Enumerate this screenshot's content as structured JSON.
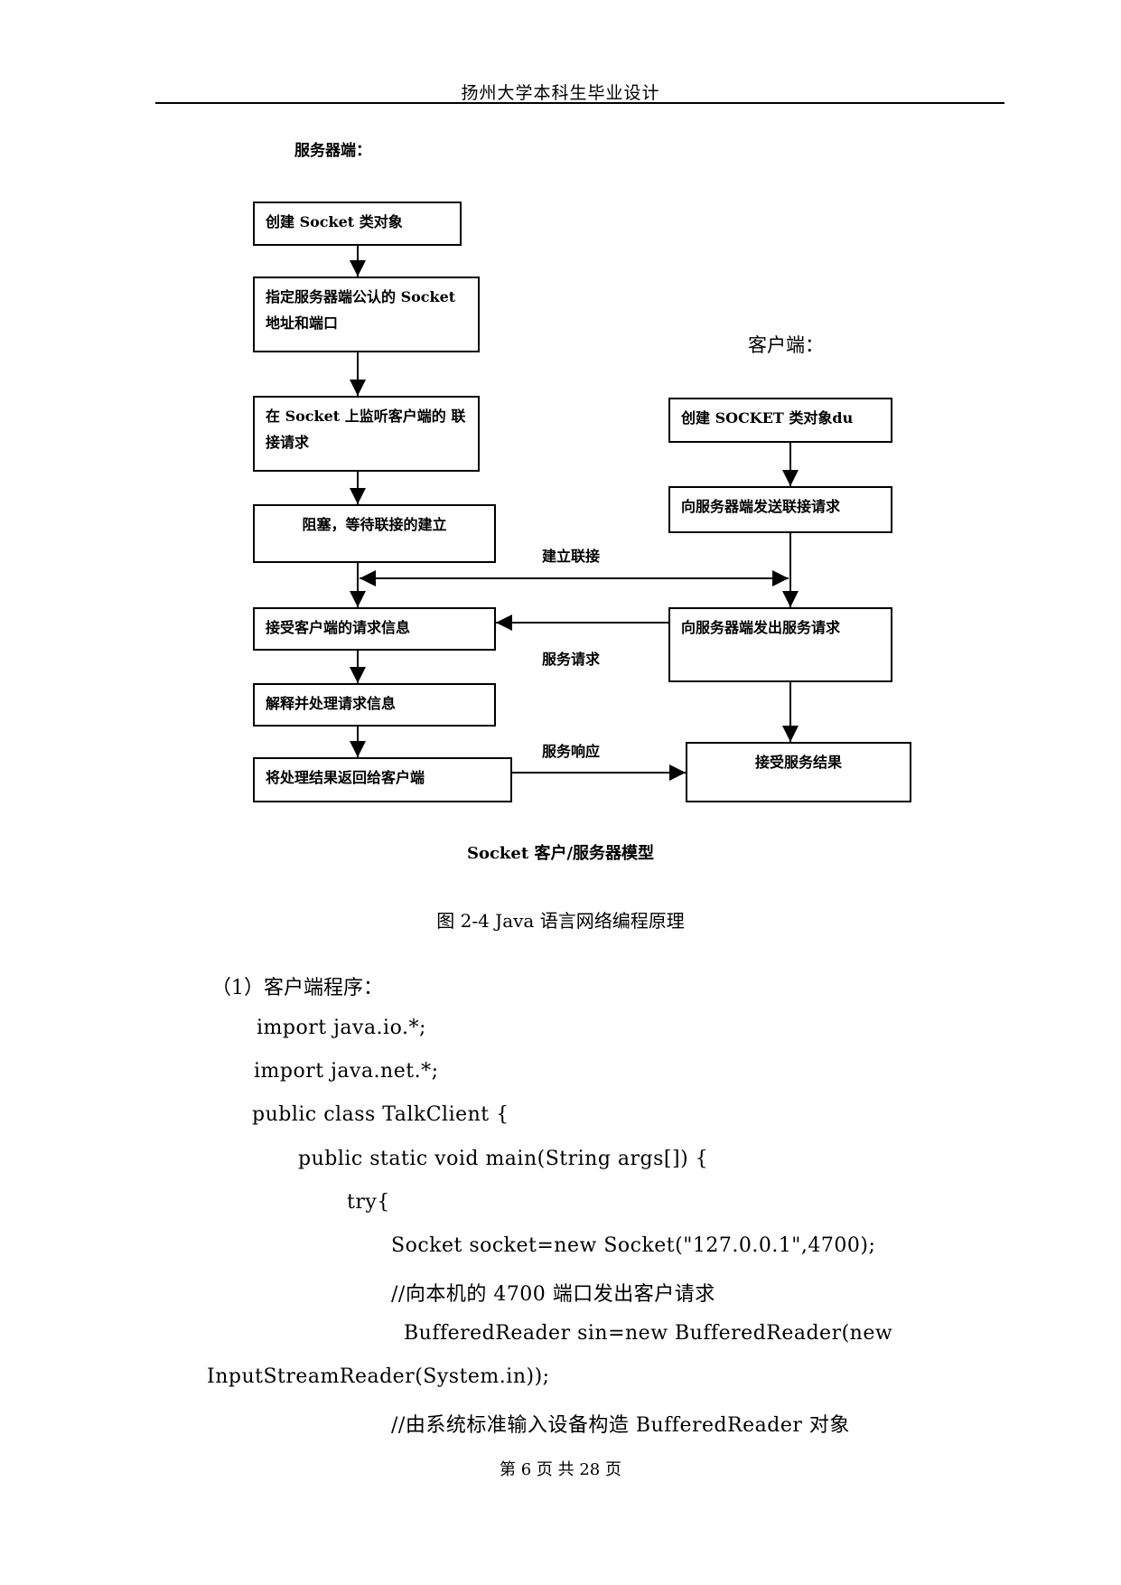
{
  "header": {
    "title": "扬州大学本科生毕业设计"
  },
  "diagram": {
    "server_label": "服务器端：",
    "client_label": "客户端：",
    "server_steps": [
      "创建 Socket 类对象",
      "指定服务器端公认的 Socket 地址和端口",
      "在 Socket 上监听客户端的 联接请求",
      "阻塞，等待联接的建立",
      "接受客户端的请求信息",
      "解释并处理请求信息",
      "将处理结果返回给客户端"
    ],
    "client_steps": [
      "创建 SOCKET 类对象du",
      "向服务器端发送联接请求",
      "向服务器端发出服务请求",
      "接受服务结果"
    ],
    "edge_labels": {
      "connect": "建立联接",
      "service_request": "服务请求",
      "service_response": "服务响应"
    },
    "model_caption": "Socket 客户/服务器模型"
  },
  "figure_caption": "图 2-4 Java 语言网络编程原理",
  "section": {
    "heading": "（1）客户端程序："
  },
  "code": {
    "lines": [
      "import java.io.*;",
      "import java.net.*;",
      "public class TalkClient {",
      "public static void main(String args[]) {",
      "try{",
      "Socket socket=new Socket(\"127.0.0.1\",4700);",
      "//向本机的 4700 端口发出客户请求",
      "BufferedReader sin=new BufferedReader(new",
      "InputStreamReader(System.in));",
      "//由系统标准输入设备构造 BufferedReader 对象"
    ]
  },
  "footer": {
    "page_text": "第 6 页 共 28 页"
  }
}
